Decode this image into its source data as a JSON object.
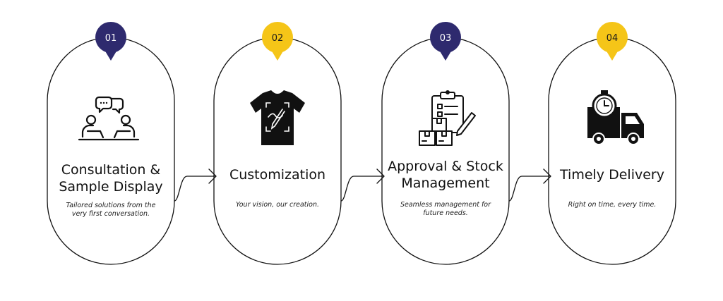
{
  "steps": [
    {
      "number": "01",
      "title": "Consultation &\nSample Display",
      "description": "Tailored solutions from the\nvery first conversation.",
      "badge_color": "#2e2a6e",
      "badge_text_color": "#ffffff",
      "icon": "consultation-icon"
    },
    {
      "number": "02",
      "title": "Customization",
      "description": "Your vision, our creation.",
      "badge_color": "#f5c518",
      "badge_text_color": "#1a1a1a",
      "icon": "tshirt-design-icon"
    },
    {
      "number": "03",
      "title": "Approval & Stock\nManagement",
      "description": "Seamless management for\nfuture needs.",
      "badge_color": "#2e2a6e",
      "badge_text_color": "#ffffff",
      "icon": "clipboard-boxes-icon"
    },
    {
      "number": "04",
      "title": "Timely Delivery",
      "description": "Right on time, every time.",
      "badge_color": "#f5c518",
      "badge_text_color": "#1a1a1a",
      "icon": "delivery-truck-icon"
    }
  ],
  "colors": {
    "outline": "#111111",
    "background": "#ffffff",
    "icon_fill": "#111111"
  }
}
